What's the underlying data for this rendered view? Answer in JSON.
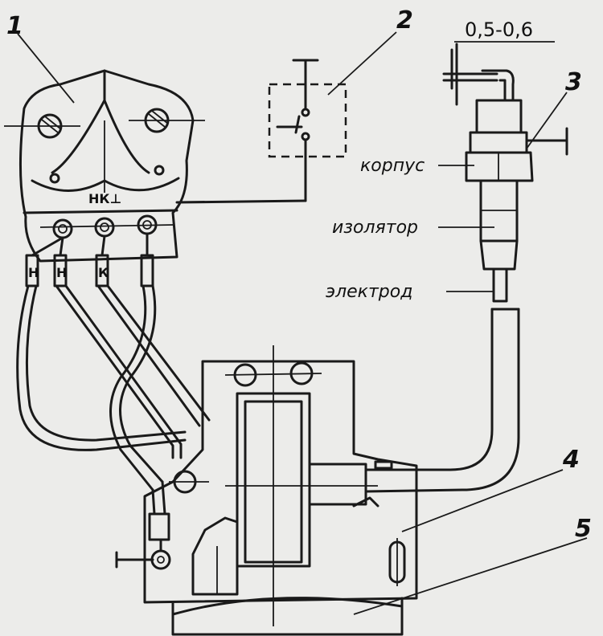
{
  "callouts": [
    "1",
    "2",
    "3",
    "4",
    "5"
  ],
  "labels": {
    "body": "корпус",
    "insulator": "изолятор",
    "electrode": "электрод",
    "terminal_block": "НК⊥"
  },
  "terminals": [
    "Н",
    "Н",
    "К"
  ],
  "gap_dimension": "0,5-0,6"
}
